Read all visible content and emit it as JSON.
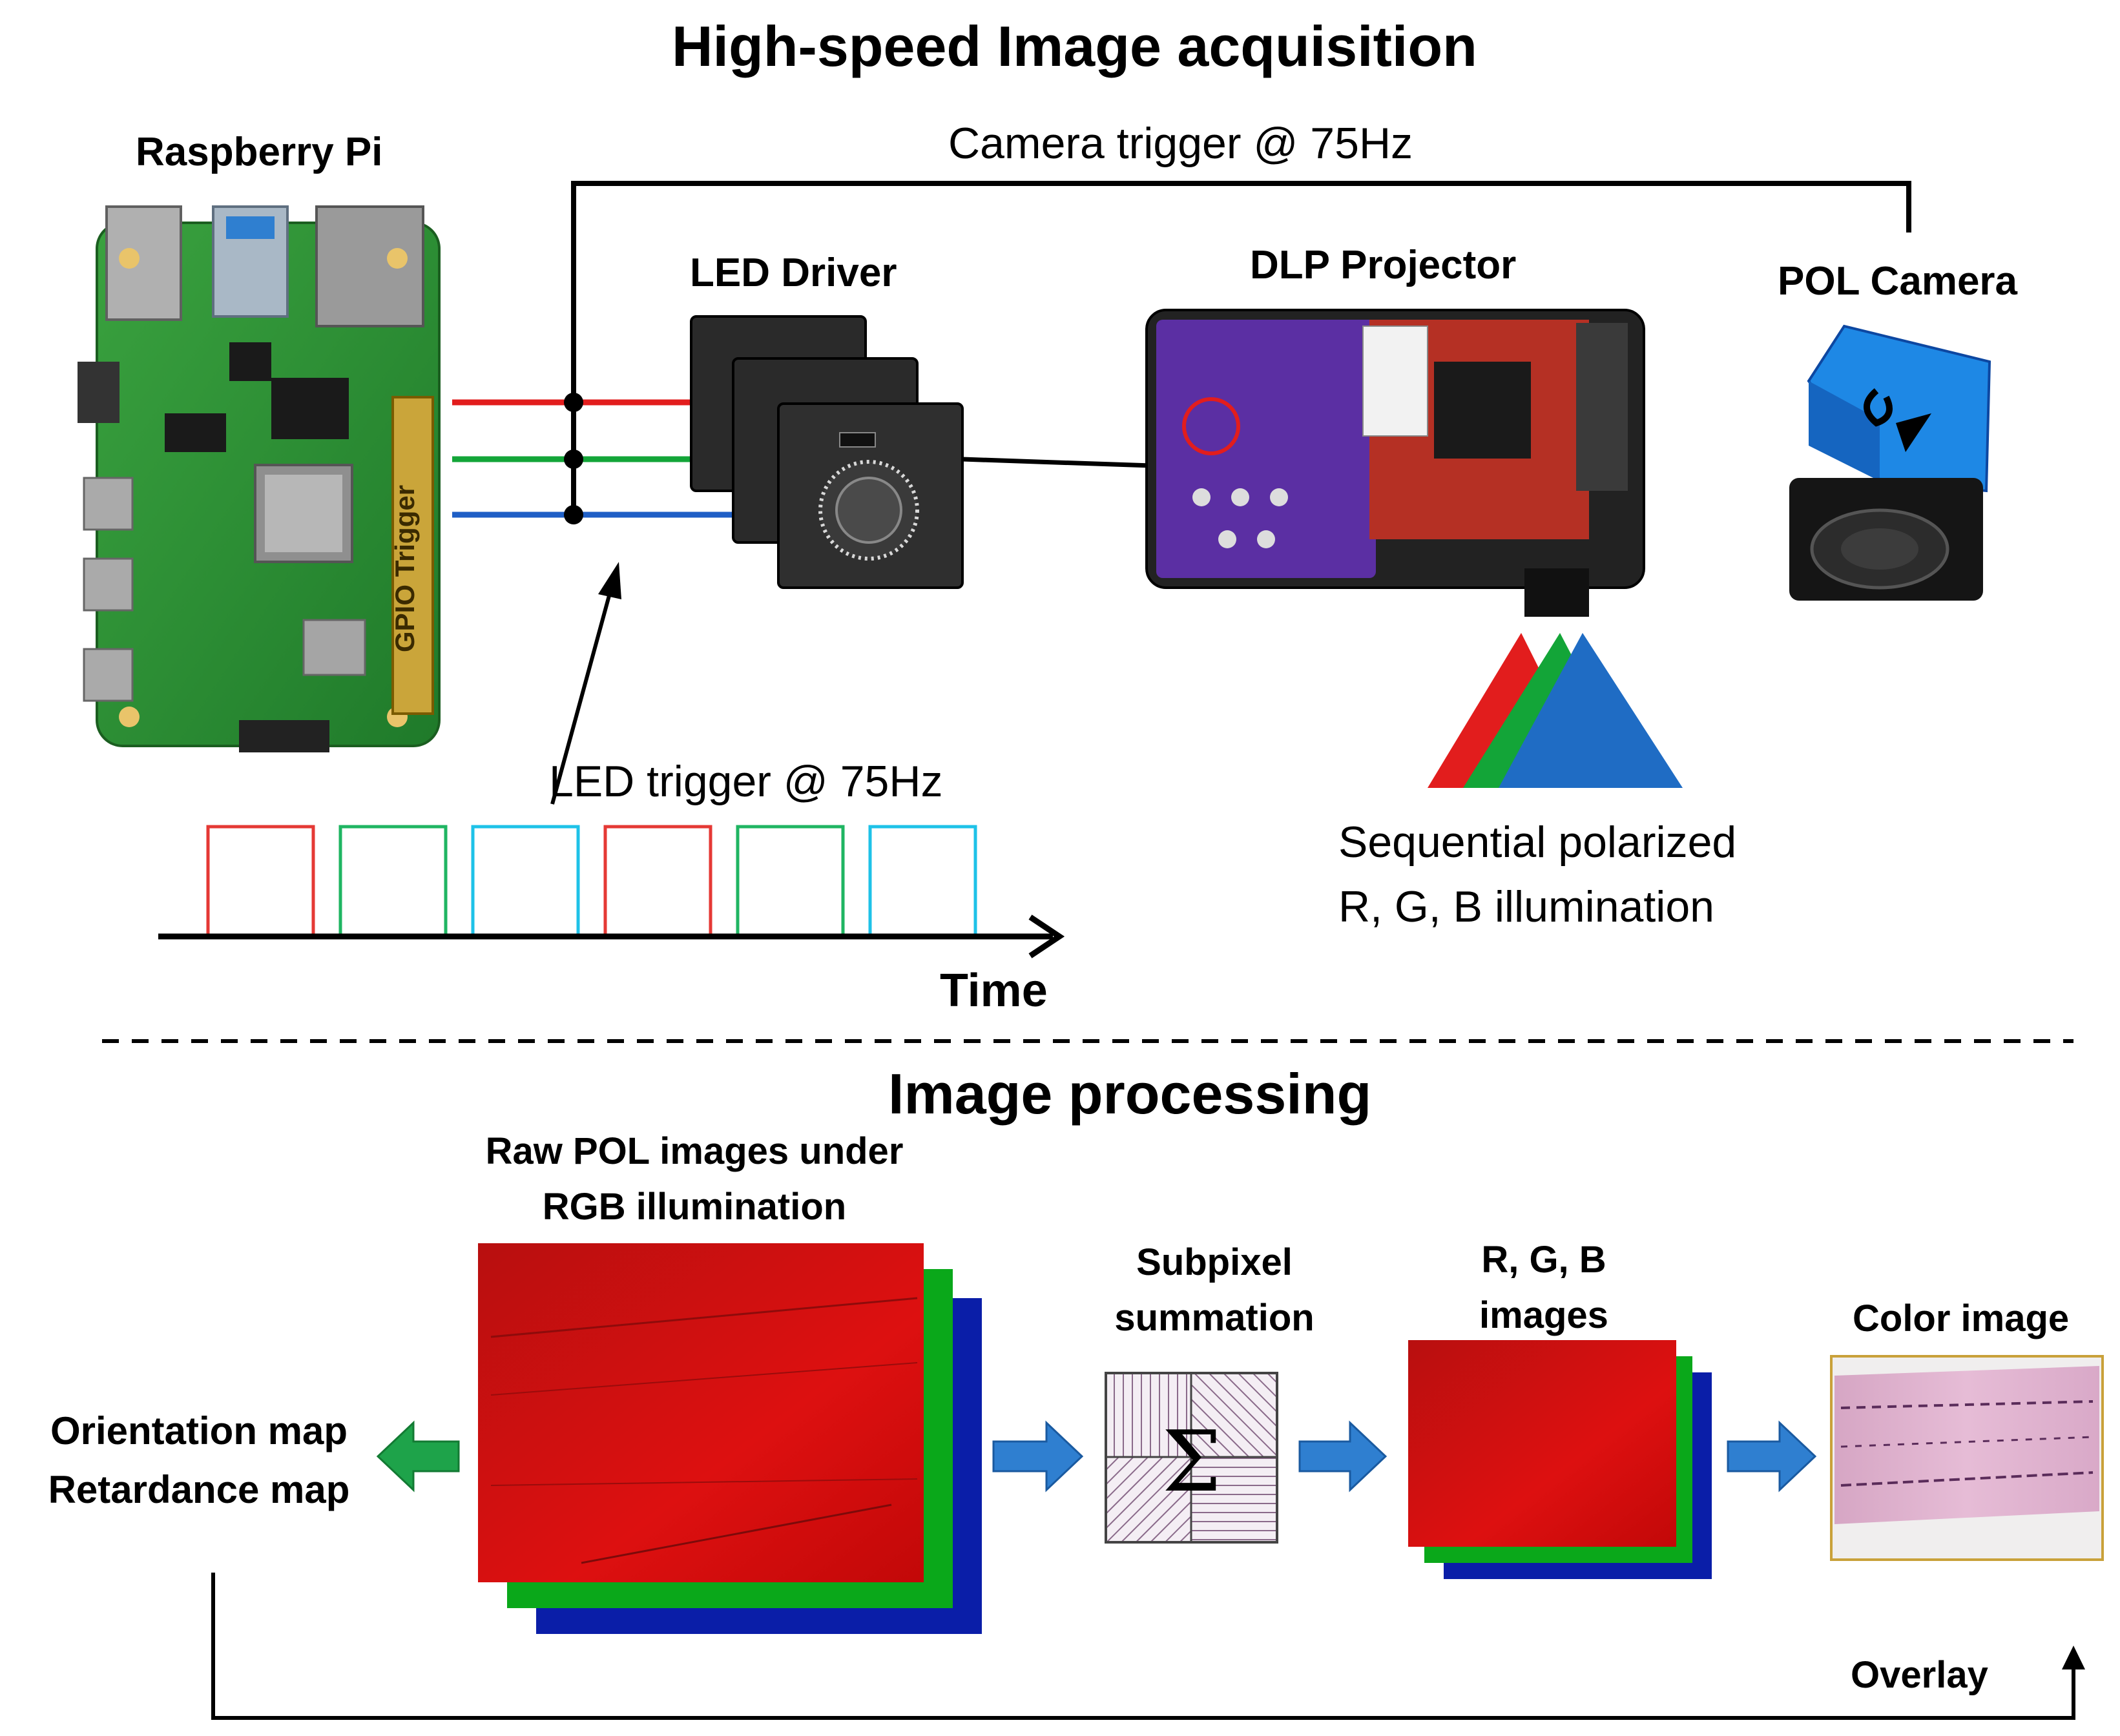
{
  "acquisition": {
    "title": "High-speed Image acquisition",
    "raspberry_pi_label": "Raspberry Pi",
    "gpio_label": "GPIO Trigger",
    "camera_trigger_label": "Camera trigger @ 75Hz",
    "led_driver_label": "LED Driver",
    "dlp_projector_label": "DLP Projector",
    "pol_camera_label": "POL Camera",
    "led_trigger_label": "LED trigger @ 75Hz",
    "illumination_line1": "Sequential polarized",
    "illumination_line2": "R, G, B illumination",
    "time_label": "Time",
    "pulse_colors": [
      "#e53935",
      "#1fb562",
      "#1ec2e8",
      "#e53935",
      "#1fb562",
      "#1ec2e8"
    ]
  },
  "processing": {
    "title": "Image processing",
    "raw_label_line1": "Raw POL images under",
    "raw_label_line2": "RGB illumination",
    "subpixel_line1": "Subpixel",
    "subpixel_line2": "summation",
    "sigma": "Σ",
    "rgb_line1": "R, G, B",
    "rgb_line2": "images",
    "color_image_label": "Color image",
    "orientation_label": "Orientation map",
    "retardance_label": "Retardance map",
    "overlay_label": "Overlay"
  },
  "colors": {
    "red": "#e21d1d",
    "green": "#13a538",
    "blue": "#1f5fc6",
    "arrow_blue": "#2f7fd0",
    "arrow_green": "#1ea34a",
    "stack_red": "#d50000",
    "stack_green": "#0aa81a",
    "stack_blue": "#0a1ea8"
  }
}
